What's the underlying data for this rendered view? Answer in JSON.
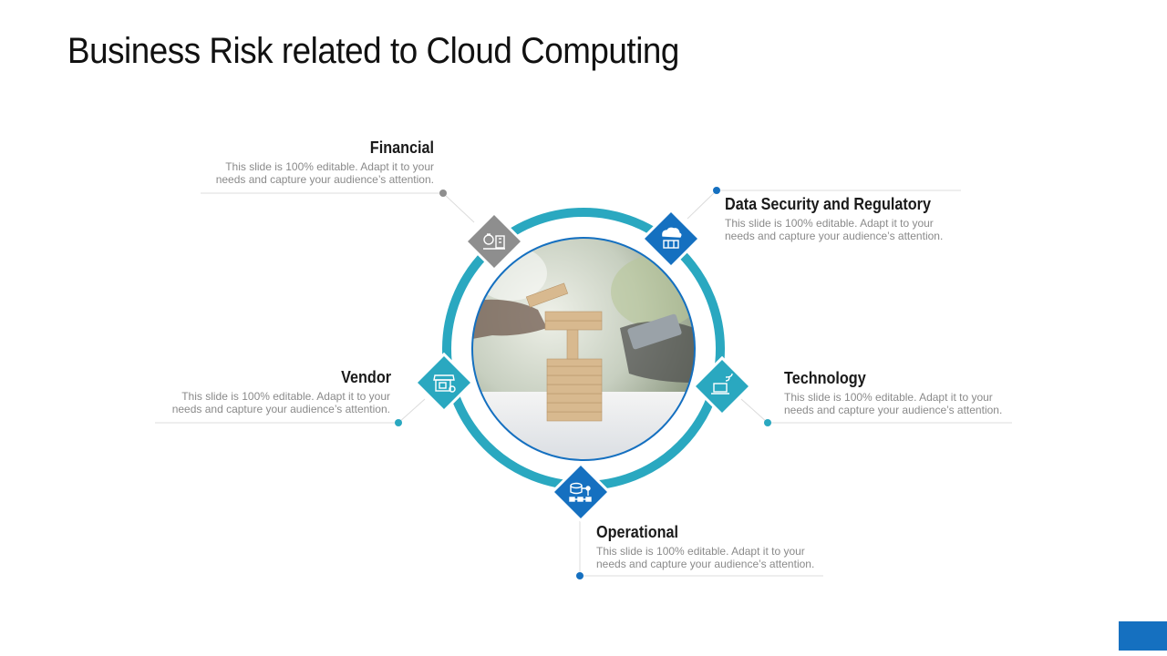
{
  "title": "Business Risk related to Cloud Computing",
  "items": {
    "financial": {
      "heading": "Financial",
      "desc_line1": "This slide is 100% editable. Adapt it to your",
      "desc_line2": "needs and capture your audience’s attention."
    },
    "data_security": {
      "heading": "Data Security and Regulatory",
      "desc_line1": "This slide is 100% editable. Adapt it to your",
      "desc_line2": "needs and capture your audience’s attention."
    },
    "vendor": {
      "heading": "Vendor",
      "desc_line1": "This slide is 100% editable. Adapt it to your",
      "desc_line2": "needs and capture your audience’s attention."
    },
    "technology": {
      "heading": "Technology",
      "desc_line1": "This slide is 100% editable. Adapt it to your",
      "desc_line2": "needs and capture your audience’s attention."
    },
    "operational": {
      "heading": "Operational",
      "desc_line1": "This slide is 100% editable. Adapt it to your",
      "desc_line2": "needs and capture your audience’s attention."
    }
  },
  "icons": {
    "financial": "money-bag-building-icon",
    "data_security": "cloud-server-icon",
    "vendor": "store-icon",
    "technology": "laptop-signal-icon",
    "operational": "database-flow-icon"
  },
  "colors": {
    "ring": "#2aa8c0",
    "inner_ring": "#1570c0",
    "gray": "#8e8e8e",
    "blue": "#1570c0",
    "teal": "#2aa8c0",
    "accent_box": "#1570c0"
  }
}
